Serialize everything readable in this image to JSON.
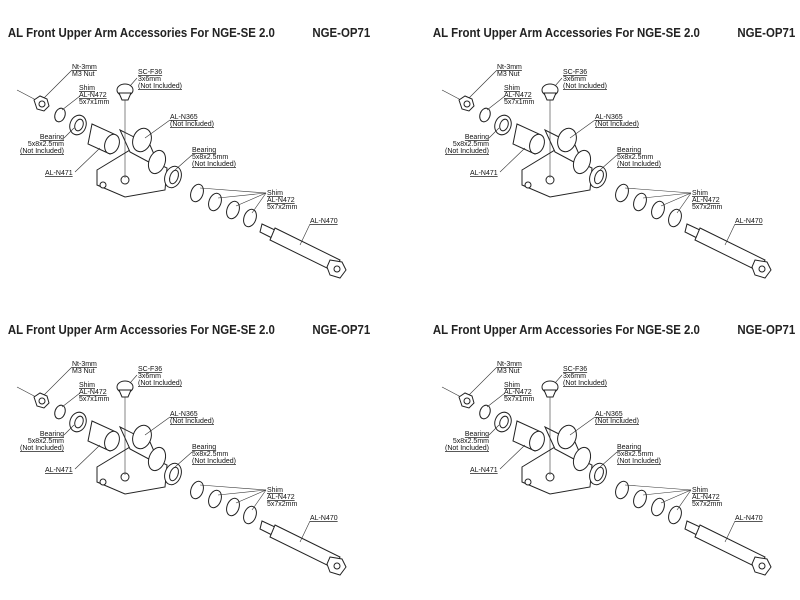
{
  "title": "AL Front Upper Arm Accessories  For NGE-SE 2.0",
  "part_no": "NGE-OP71",
  "labels": {
    "nut_code": "Nt-3mm",
    "nut_desc": "M3 Nut",
    "shim_small_name": "Shim",
    "shim_small_code": "AL-N472",
    "shim_small_size": "5x7x1mm",
    "screw_code": "SC-F36",
    "screw_size": "3x6mm",
    "screw_note": "(Not Included)",
    "mount_code": "AL-N365",
    "mount_note": "(Not Included)",
    "bearing_left_name": "Bearing",
    "bearing_left_size": "5x8x2.5mm",
    "bearing_left_note": "(Not Included)",
    "spacer_code": "AL-N471",
    "bearing_right_name": "Bearing",
    "bearing_right_size": "5x8x2.5mm",
    "bearing_right_note": "(Not Included)",
    "shim_large_name": "Shim",
    "shim_large_code": "AL-N472",
    "shim_large_size": "5x7x2mm",
    "rod_code": "AL-N470"
  }
}
